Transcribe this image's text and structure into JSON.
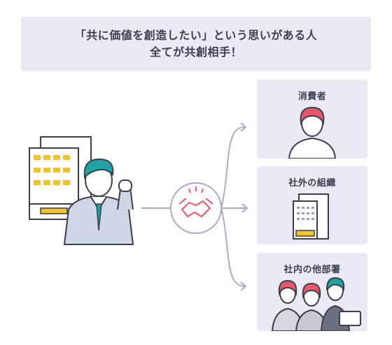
{
  "header": {
    "line1": "「共に価値を創造したい」という思いがある人",
    "line2": "全てが共創相手！"
  },
  "targets": [
    {
      "label": "消費者",
      "icon": "woman-icon"
    },
    {
      "label": "社外の組織",
      "icon": "building-icon"
    },
    {
      "label": "社内の他部署",
      "icon": "team-icon"
    }
  ],
  "colors": {
    "header_bg": "#e9eaf6",
    "card_bg": "#e9eaf6",
    "accent_pink": "#e8566a",
    "teal": "#1fa3a3",
    "yellow": "#f2c12e",
    "arrow": "#a9abc9"
  }
}
